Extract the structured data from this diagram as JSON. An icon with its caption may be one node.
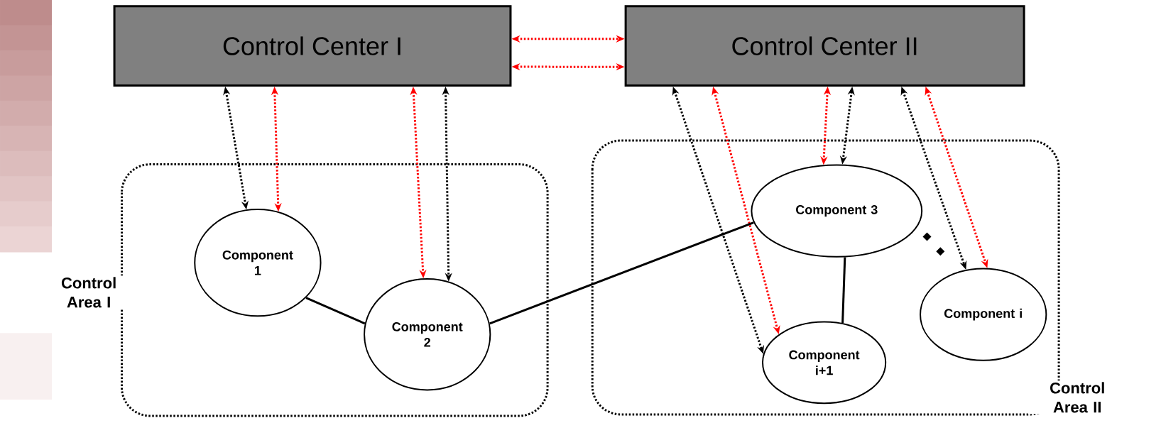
{
  "diagram": {
    "nodes": [
      {
        "text": [
          "Control Center I"
        ]
      },
      {
        "text": [
          "Control Center II"
        ]
      },
      {
        "text": [
          "Control Area I"
        ]
      },
      {
        "text": [
          "Control Area II"
        ]
      },
      {
        "text": [
          "Component 1"
        ],
        "in": 2
      },
      {
        "text": [
          "Component 2"
        ],
        "in": 2
      },
      {
        "text": [
          "Component 3"
        ],
        "in": 3
      },
      {
        "text": [
          "Component i+1"
        ],
        "in": 3
      },
      {
        "text": [
          "Component i"
        ],
        "in": 3
      }
    ],
    "edges": [
      {
        "from": 0,
        "to": 1,
        "arrow": "both",
        "style": "dashed",
        "color": "#ff0000"
      },
      {
        "from": 0,
        "to": 1,
        "arrow": "both",
        "style": "dashed",
        "color": "#ff0000"
      },
      {
        "from": 0,
        "to": 4,
        "arrow": "both",
        "style": "dashed"
      },
      {
        "from": 0,
        "to": 4,
        "arrow": "both",
        "style": "dashed",
        "color": "#ff0000"
      },
      {
        "from": 0,
        "to": 5,
        "arrow": "both",
        "style": "dashed",
        "color": "#ff0000"
      },
      {
        "from": 0,
        "to": 5,
        "arrow": "both",
        "style": "dashed"
      },
      {
        "from": 1,
        "to": 7,
        "arrow": "both",
        "style": "dashed"
      },
      {
        "from": 1,
        "to": 7,
        "arrow": "both",
        "style": "dashed",
        "color": "#ff0000"
      },
      {
        "from": 1,
        "to": 6,
        "arrow": "both",
        "style": "dashed",
        "color": "#ff0000"
      },
      {
        "from": 1,
        "to": 6,
        "arrow": "both",
        "style": "dashed"
      },
      {
        "from": 1,
        "to": 8,
        "arrow": "both",
        "style": "dashed"
      },
      {
        "from": 1,
        "to": 8,
        "arrow": "both",
        "style": "dashed",
        "color": "#ff0000"
      },
      {
        "from": 4,
        "to": 5,
        "arrow": "none"
      },
      {
        "from": 5,
        "to": 6,
        "arrow": "none"
      },
      {
        "from": 6,
        "to": 7,
        "arrow": "none"
      }
    ]
  }
}
